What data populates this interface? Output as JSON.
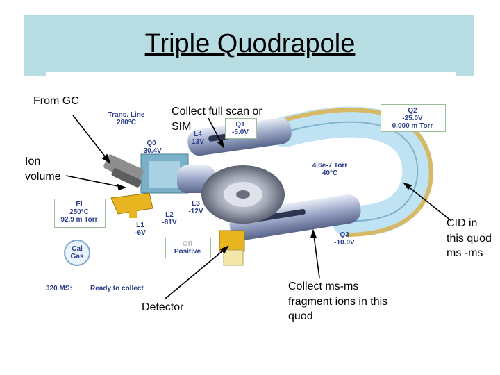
{
  "title": "Triple Quodrapole",
  "callouts": {
    "from_gc": "From GC",
    "collect_full_scan": "Collect full scan or SIM",
    "ion_volume": "Ion volume",
    "cid": "CID in this quod ms -ms",
    "detector": "Detector",
    "collect_msms": "Collect ms-ms fragment ions in this quod"
  },
  "instrument": {
    "trans_line": "Trans. Line",
    "trans_line_temp": "280°C",
    "q0": "Q0",
    "q0_v": "-30.4V",
    "q1": "Q1",
    "q1_v": "-5.0V",
    "l4": "L4",
    "l4_v": "13V",
    "q2": "Q2",
    "q2_v": "-25.0V",
    "q2_p": "0.000 m Torr",
    "vac": "4.6e-7 Torr",
    "vac_temp": "40°C",
    "ei": "EI",
    "ei_temp": "250°C",
    "ei_p": "92.9 m Torr",
    "l3": "L3",
    "l3_v": "-12V",
    "l2": "L2",
    "l2_v": "-81V",
    "l1": "L1",
    "l1_v": "-6V",
    "q3": "Q3",
    "q3_v": "-10.0V",
    "cal": "Cal",
    "cal_gas": "Gas",
    "off": "Off",
    "positive": "Positive",
    "status_id": "320 MS:",
    "status_text": "Ready to collect"
  }
}
